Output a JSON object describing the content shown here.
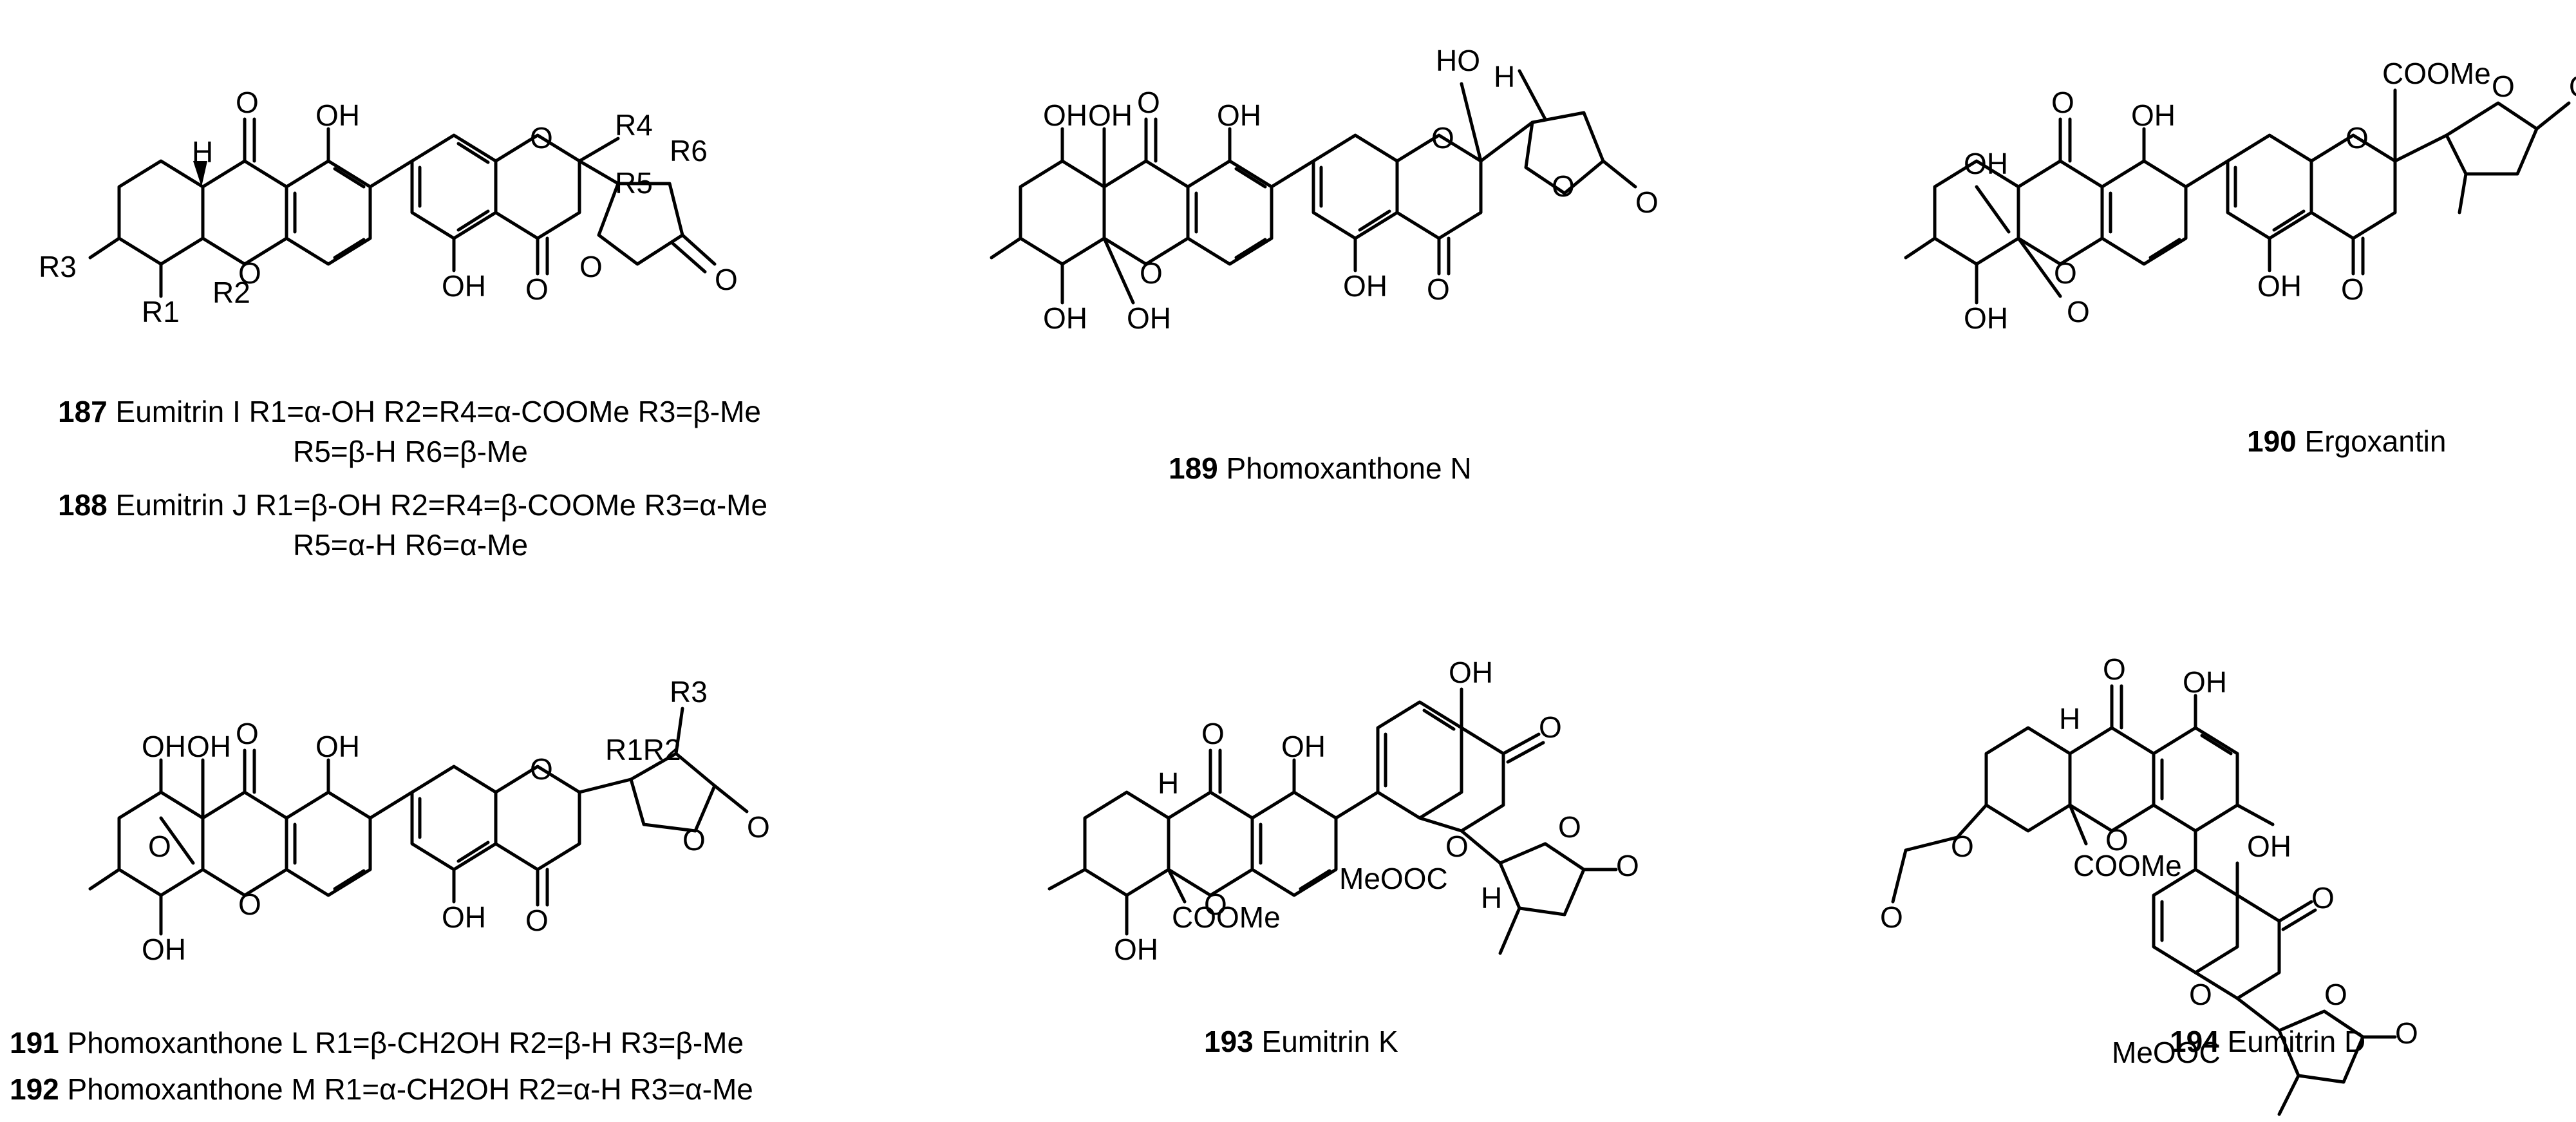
{
  "compounds": [
    {
      "id": "c187",
      "number": "187",
      "name": "Eumitrin I",
      "line1": "R1=α-OH R2=R4=α-COOMe R3=β-Me",
      "line2": "R5=β-H R6=β-Me"
    },
    {
      "id": "c188",
      "number": "188",
      "name": "Eumitrin J",
      "line1": "R1=β-OH R2=R4=β-COOMe R3=α-Me",
      "line2": "R5=α-H R6=α-Me"
    },
    {
      "id": "c189",
      "number": "189",
      "name": "Phomoxanthone N"
    },
    {
      "id": "c190",
      "number": "190",
      "name": "Ergoxantin"
    },
    {
      "id": "c191",
      "number": "191",
      "name": "Phomoxanthone L",
      "line1": "R1=β-CH2OH R2=β-H R3=β-Me"
    },
    {
      "id": "c192",
      "number": "192",
      "name": "Phomoxanthone M",
      "line1": "R1=α-CH2OH R2=α-H R3=α-Me"
    },
    {
      "id": "c193",
      "number": "193",
      "name": "Eumitrin K"
    },
    {
      "id": "c194",
      "number": "194",
      "name": "Eumitrin D"
    }
  ],
  "atom_labels": {
    "O": "O",
    "OH": "OH",
    "H": "H",
    "HO": "HO",
    "COOMe": "COOMe",
    "MeOOC": "MeOOC",
    "R1": "R1",
    "R2": "R2",
    "R3": "R3",
    "R4": "R4",
    "R5": "R5",
    "R6": "R6"
  }
}
